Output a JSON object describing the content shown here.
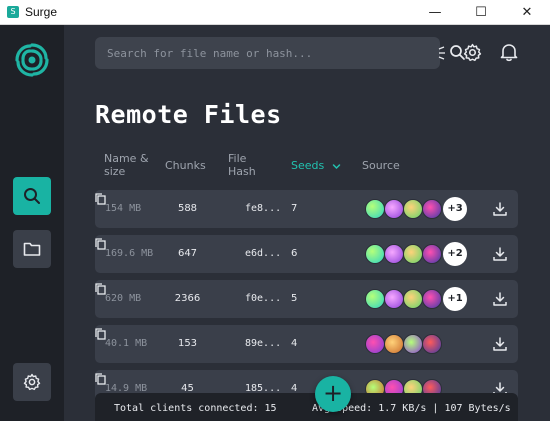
{
  "window": {
    "title": "Surge",
    "minimize": "—",
    "maximize": "☐",
    "close": "✕"
  },
  "search": {
    "placeholder": "Search for file name or hash..."
  },
  "page": {
    "title": "Remote Files"
  },
  "table": {
    "headers": {
      "name": "Name & size",
      "chunks": "Chunks",
      "hash": "File Hash",
      "seeds": "Seeds",
      "source": "Source"
    },
    "rows": [
      {
        "size": "154 MB",
        "chunks": "588",
        "hash": "fe8...",
        "seeds": "7",
        "more": "+3"
      },
      {
        "size": "169.6 MB",
        "chunks": "647",
        "hash": "e6d...",
        "seeds": "6",
        "more": "+2"
      },
      {
        "size": "620 MB",
        "chunks": "2366",
        "hash": "f0e...",
        "seeds": "5",
        "more": "+1"
      },
      {
        "size": "40.1 MB",
        "chunks": "153",
        "hash": "89e...",
        "seeds": "4",
        "more": ""
      },
      {
        "size": "14.9 MB",
        "chunks": "45",
        "hash": "185...",
        "seeds": "4",
        "more": ""
      }
    ]
  },
  "footer": {
    "clients": "Total clients connected: 15",
    "speed": "Avg Speed: 1.7 KB/s | 107 Bytes/s"
  },
  "fab": {
    "label": "+"
  },
  "colors": {
    "accent": "#19b3a3",
    "sidebar": "#1e2127",
    "row": "#3a3f4a"
  },
  "icons": {
    "logo": "surge-logo-icon",
    "search": "search-icon",
    "folder": "folder-icon",
    "settings": "gear-icon",
    "bell": "bell-icon",
    "download": "download-icon",
    "copy": "copy-icon"
  }
}
